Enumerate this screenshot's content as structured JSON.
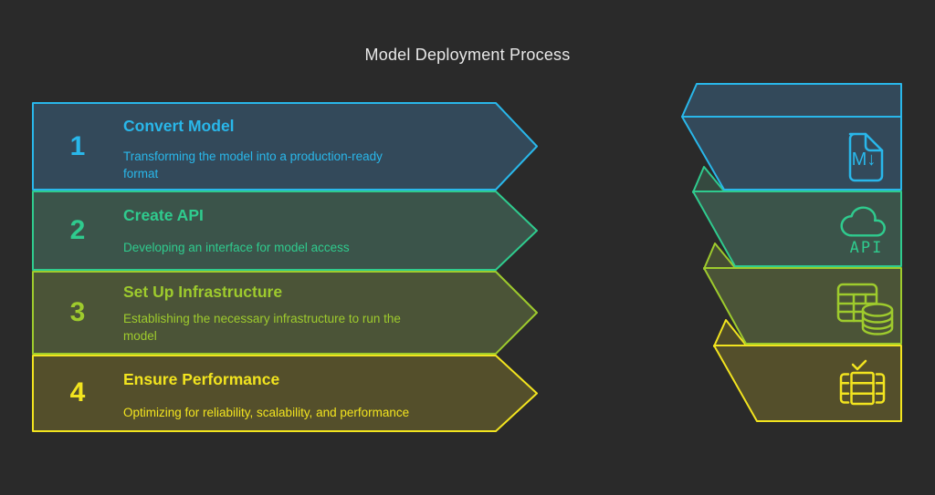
{
  "title": "Model Deployment Process",
  "colors": {
    "background": "#2a2a2a",
    "title_text": "#e8e8e8",
    "step1": "#29b7ea",
    "step2": "#2fcb8e",
    "step3": "#9ecb2d",
    "step4": "#f2e41f"
  },
  "steps": [
    {
      "number": "1",
      "title": "Convert Model",
      "description": "Transforming the model into a production-ready\nformat",
      "icon": "markdown-file-icon",
      "icon_label": "M↓"
    },
    {
      "number": "2",
      "title": "Create API",
      "description": "Developing an interface for model access",
      "icon": "api-cloud-icon",
      "icon_label": "API"
    },
    {
      "number": "3",
      "title": "Set Up Infrastructure",
      "description": "Establishing the necessary infrastructure to run the\nmodel",
      "icon": "database-table-icon",
      "icon_label": ""
    },
    {
      "number": "4",
      "title": "Ensure Performance",
      "description": "Optimizing for reliability, scalability, and performance",
      "icon": "server-check-icon",
      "icon_label": ""
    }
  ]
}
